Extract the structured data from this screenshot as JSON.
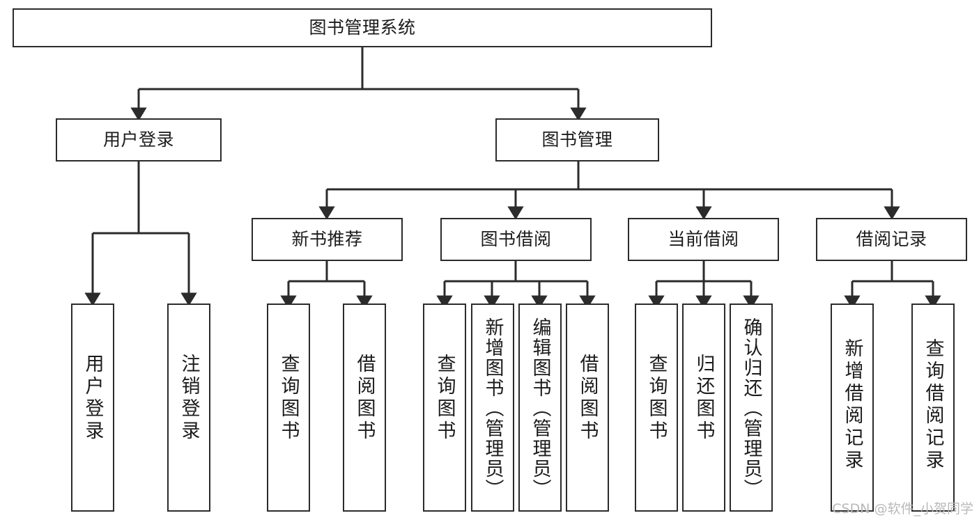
{
  "diagram": {
    "title": "图书管理系统",
    "type": "tree-hierarchy-diagram",
    "watermark": "CSDN @软件_小贺同学",
    "colors": {
      "stroke": "#2b2b2b",
      "fill": "#ffffff",
      "text": "#1b1b1b",
      "watermark": "#b9b9b9"
    },
    "nodes": {
      "root": {
        "label": "图书管理系统"
      },
      "level2": [
        {
          "id": "user-login",
          "label": "用户登录"
        },
        {
          "id": "book-manage",
          "label": "图书管理"
        }
      ],
      "level3": [
        {
          "id": "new-book-rec",
          "label": "新书推荐"
        },
        {
          "id": "book-borrow",
          "label": "图书借阅"
        },
        {
          "id": "current-borrow",
          "label": "当前借阅"
        },
        {
          "id": "borrow-record",
          "label": "借阅记录"
        }
      ],
      "leaves": {
        "user-login": [
          {
            "id": "leaf-user-login",
            "label": "用户登录"
          },
          {
            "id": "leaf-user-logout",
            "label": "注销登录"
          }
        ],
        "new-book-rec": [
          {
            "id": "leaf-query-book-1",
            "label": "查询图书"
          },
          {
            "id": "leaf-borrow-book-1",
            "label": "借阅图书"
          }
        ],
        "book-borrow": [
          {
            "id": "leaf-query-book-2",
            "label": "查询图书"
          },
          {
            "id": "leaf-add-book",
            "label": "新增图书（管理员）"
          },
          {
            "id": "leaf-edit-book",
            "label": "编辑图书（管理员）"
          },
          {
            "id": "leaf-borrow-book-2",
            "label": "借阅图书"
          }
        ],
        "current-borrow": [
          {
            "id": "leaf-query-book-3",
            "label": "查询图书"
          },
          {
            "id": "leaf-return-book",
            "label": "归还图书"
          },
          {
            "id": "leaf-confirm-return",
            "label": "确认归还（管理员）"
          }
        ],
        "borrow-record": [
          {
            "id": "leaf-add-record",
            "label": "新增借阅记录"
          },
          {
            "id": "leaf-query-record",
            "label": "查询借阅记录"
          }
        ]
      }
    }
  }
}
